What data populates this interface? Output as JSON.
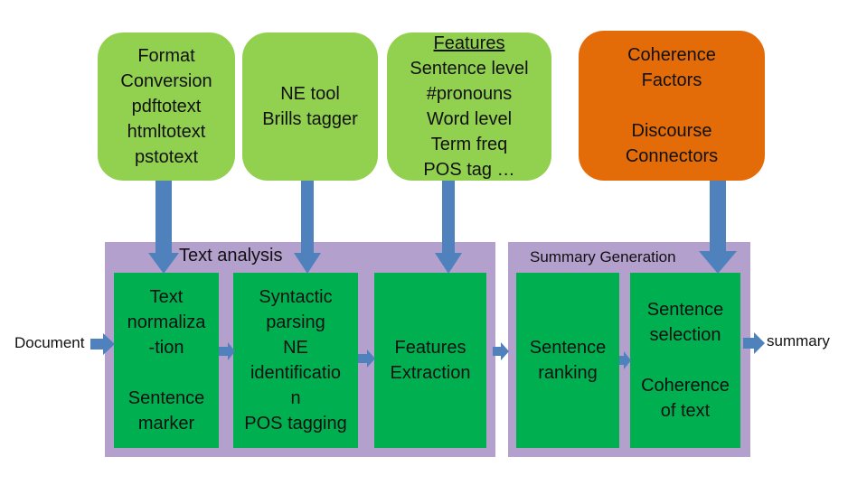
{
  "top_boxes": {
    "format_conversion": {
      "lines": [
        "Format",
        "Conversion",
        "pdftotext",
        "htmltotext",
        "pstotext"
      ]
    },
    "ne_tool": {
      "lines": [
        "NE tool",
        "Brills tagger"
      ]
    },
    "features": {
      "heading": "Features",
      "lines": [
        "Sentence level",
        "#pronouns",
        "Word level",
        "Term freq",
        "POS tag …"
      ]
    },
    "coherence": {
      "line1": "Coherence",
      "line2": "Factors",
      "line3": "Discourse",
      "line4": "Connectors"
    }
  },
  "panels": {
    "text_analysis": {
      "title": "Text analysis"
    },
    "summary_generation": {
      "title": "Summary Generation"
    }
  },
  "process_boxes": {
    "text_normalization": {
      "line1": "Text",
      "line2": "normaliza",
      "line3": "-tion",
      "line4": "Sentence",
      "line5": "marker"
    },
    "syntactic_parsing": {
      "lines": [
        "Syntactic",
        "parsing",
        "NE",
        "identificatio",
        "n",
        "POS tagging"
      ]
    },
    "features_extraction": {
      "lines": [
        "Features",
        "Extraction"
      ]
    },
    "sentence_ranking": {
      "lines": [
        "Sentence",
        "ranking"
      ]
    },
    "sentence_selection": {
      "line1": "Sentence",
      "line2": "selection",
      "line3": "Coherence",
      "line4": "of text"
    }
  },
  "io": {
    "input_label": "Document",
    "output_label": "summary"
  },
  "colors": {
    "light_green": "#92d050",
    "orange": "#e36c09",
    "panel_purple": "#b4a0cd",
    "process_green": "#00b050",
    "arrow_blue": "#4f81bd"
  }
}
